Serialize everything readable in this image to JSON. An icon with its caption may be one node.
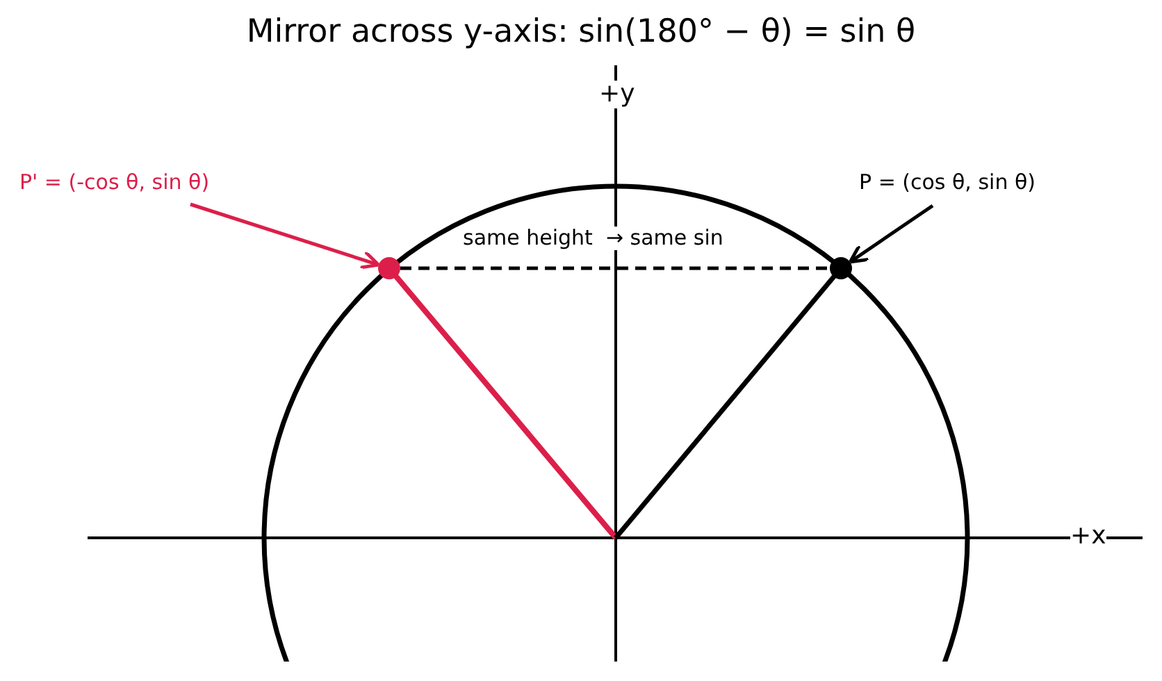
{
  "diagram": {
    "title": "Mirror across y-axis: sin(180° − θ) = sin θ",
    "nodes": [
      {
        "text": [
          "P' = (-cos θ, sin θ)"
        ]
      },
      {
        "text": [
          "P = (cos θ, sin θ)"
        ]
      },
      {
        "text": [],
        "shape": "circle"
      },
      {
        "text": [],
        "shape": "circle"
      }
    ],
    "edges": [
      {
        "from": 0,
        "to": 2,
        "arrow": "to",
        "color": "#dc1f4a"
      },
      {
        "from": 1,
        "to": 3,
        "arrow": "to"
      },
      {
        "from": 2,
        "to": 3,
        "arrow": "none",
        "style": "dashed"
      }
    ],
    "labels": [
      "+y",
      "same height  → same sin",
      "+x"
    ]
  }
}
